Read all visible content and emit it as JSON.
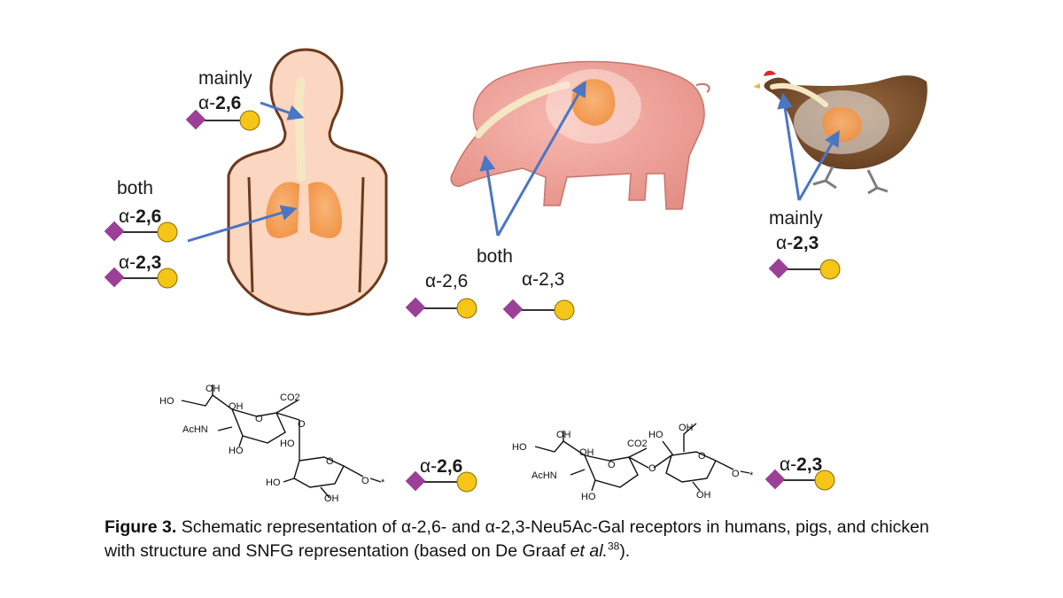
{
  "labels": {
    "human_top_qualifier": "mainly",
    "human_top_prefix": "α-",
    "human_top_bold": "2,6",
    "human_mid_qualifier": "both",
    "human_mid_a_prefix": "α-",
    "human_mid_a_bold": "2,6",
    "human_mid_b_prefix": "α-",
    "human_mid_b_bold": "2,3",
    "pig_qualifier": "both",
    "pig_a": "α-2,6",
    "pig_b": "α-2,3",
    "chicken_qualifier": "mainly",
    "chicken_prefix": "α-",
    "chicken_bold": "2,3",
    "struct_a_prefix": "α-",
    "struct_a_bold": "2,6",
    "struct_b_prefix": "α-",
    "struct_b_bold": "2,3"
  },
  "chem_left": {
    "oh_top": "OH",
    "ho_left": "HO",
    "oh_ring": "OH",
    "co2": "CO2",
    "acnh": "AcHN",
    "ho_bottom": "HO",
    "ho_link": "HO",
    "ho_gal": "HO",
    "oh_gal": "OH",
    "o_link": "O",
    "o_ring_sia": "O",
    "o_ring_gal": "O",
    "o_anomer": "O",
    "star": "*"
  },
  "chem_right": {
    "ho_left": "HO",
    "oh_top": "OH",
    "oh_ring": "OH",
    "co2": "CO2",
    "ho_gal_top": "HO",
    "oh_gal_top": "OH",
    "acnh": "AcHN",
    "ho_bottom": "HO",
    "oh_gal_bottom": "OH",
    "o_link": "O",
    "o_ring_sia": "O",
    "o_ring_gal": "O",
    "o_anomer": "O",
    "star": "*"
  },
  "caption": {
    "figure_label": "Figure 3.",
    "text": " Schematic representation of α-2,6- and α-2,3-Neu5Ac-Gal receptors in humans, pigs, and chicken with structure and SNFG representation (based on De Graaf ",
    "italic": "et al.",
    "ref": "38",
    "end": ")."
  },
  "colors": {
    "sialic_acid_diamond": "#9b3f97",
    "galactose_circle": "#f5c518",
    "arrow": "#4a76c4",
    "skin": "#fbd6c0",
    "pig_skin": "#f2a8a0",
    "lung": "#f5a25a",
    "airway": "#f6e7c4"
  },
  "icons": [
    "human-silhouette",
    "pig-image",
    "chicken-image",
    "lungs-icon",
    "neu5ac-diamond-icon",
    "gal-circle-icon"
  ]
}
